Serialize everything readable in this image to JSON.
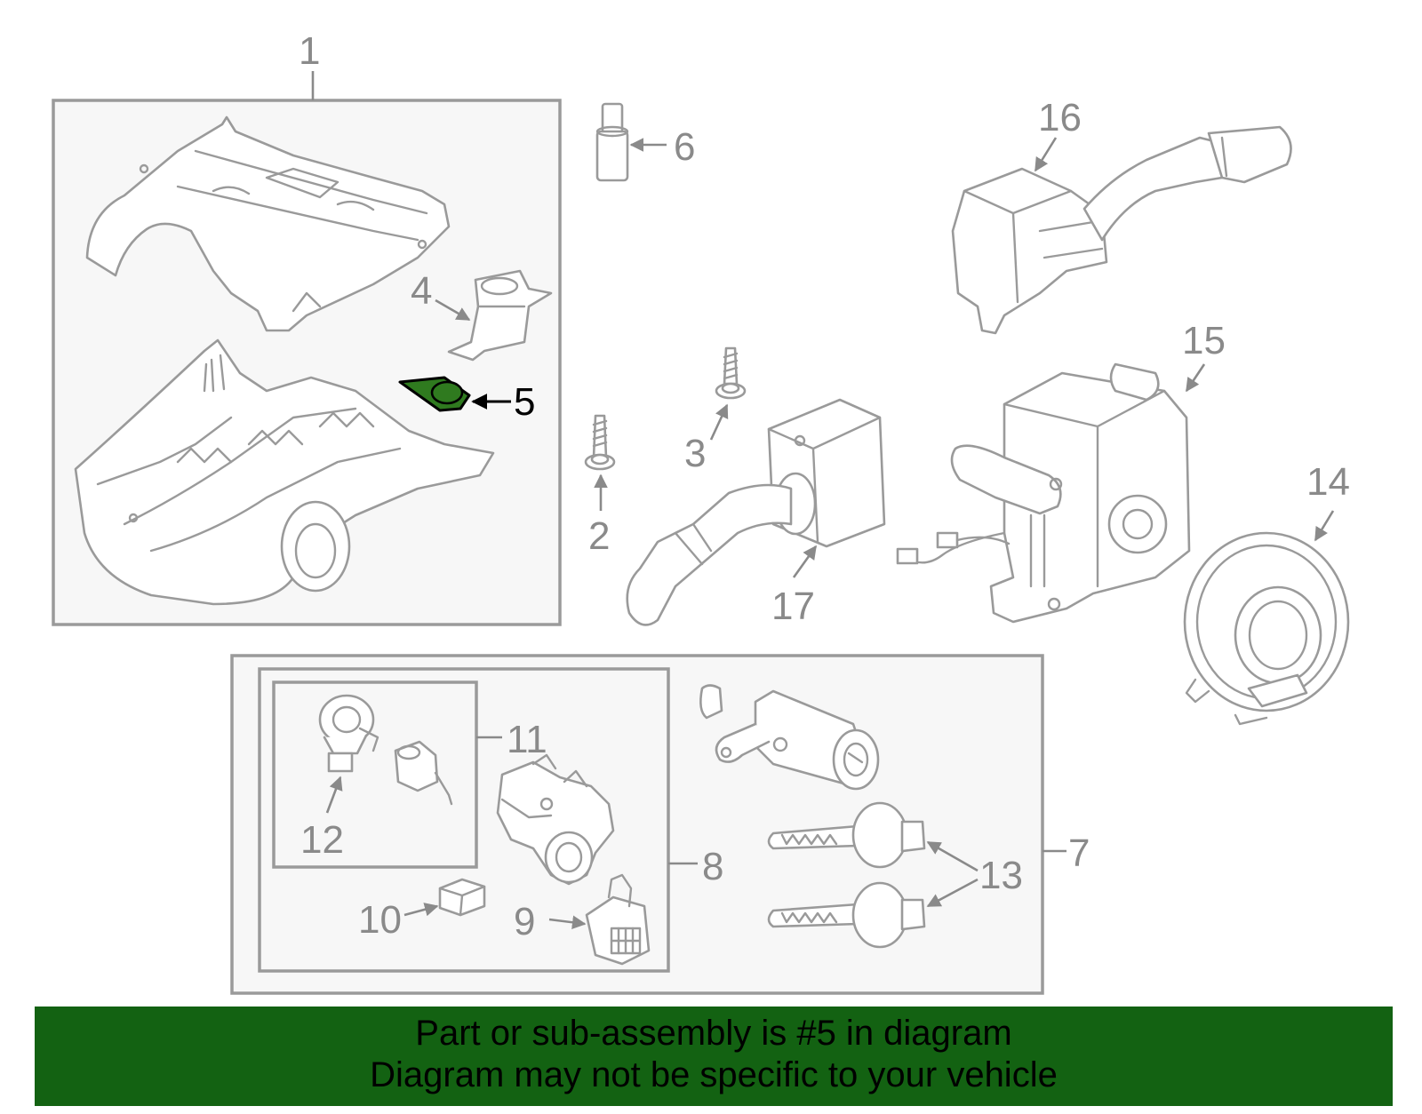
{
  "callouts": {
    "c1": "1",
    "c2": "2",
    "c3": "3",
    "c4": "4",
    "c5": "5",
    "c6": "6",
    "c7": "7",
    "c8": "8",
    "c9": "9",
    "c10": "10",
    "c11": "11",
    "c12": "12",
    "c13": "13",
    "c14": "14",
    "c15": "15",
    "c16": "16",
    "c17": "17"
  },
  "highlight": {
    "part": "5",
    "fill_color": "#2f7a1f",
    "outline_color": "#000000"
  },
  "colors": {
    "banner_bg": "#136212",
    "line_gray": "#9a9a9a",
    "box_fill": "#f7f7f7"
  },
  "banner": {
    "line1": "Part or sub-assembly is #5 in diagram",
    "line2": "Diagram may not be specific to your vehicle"
  }
}
